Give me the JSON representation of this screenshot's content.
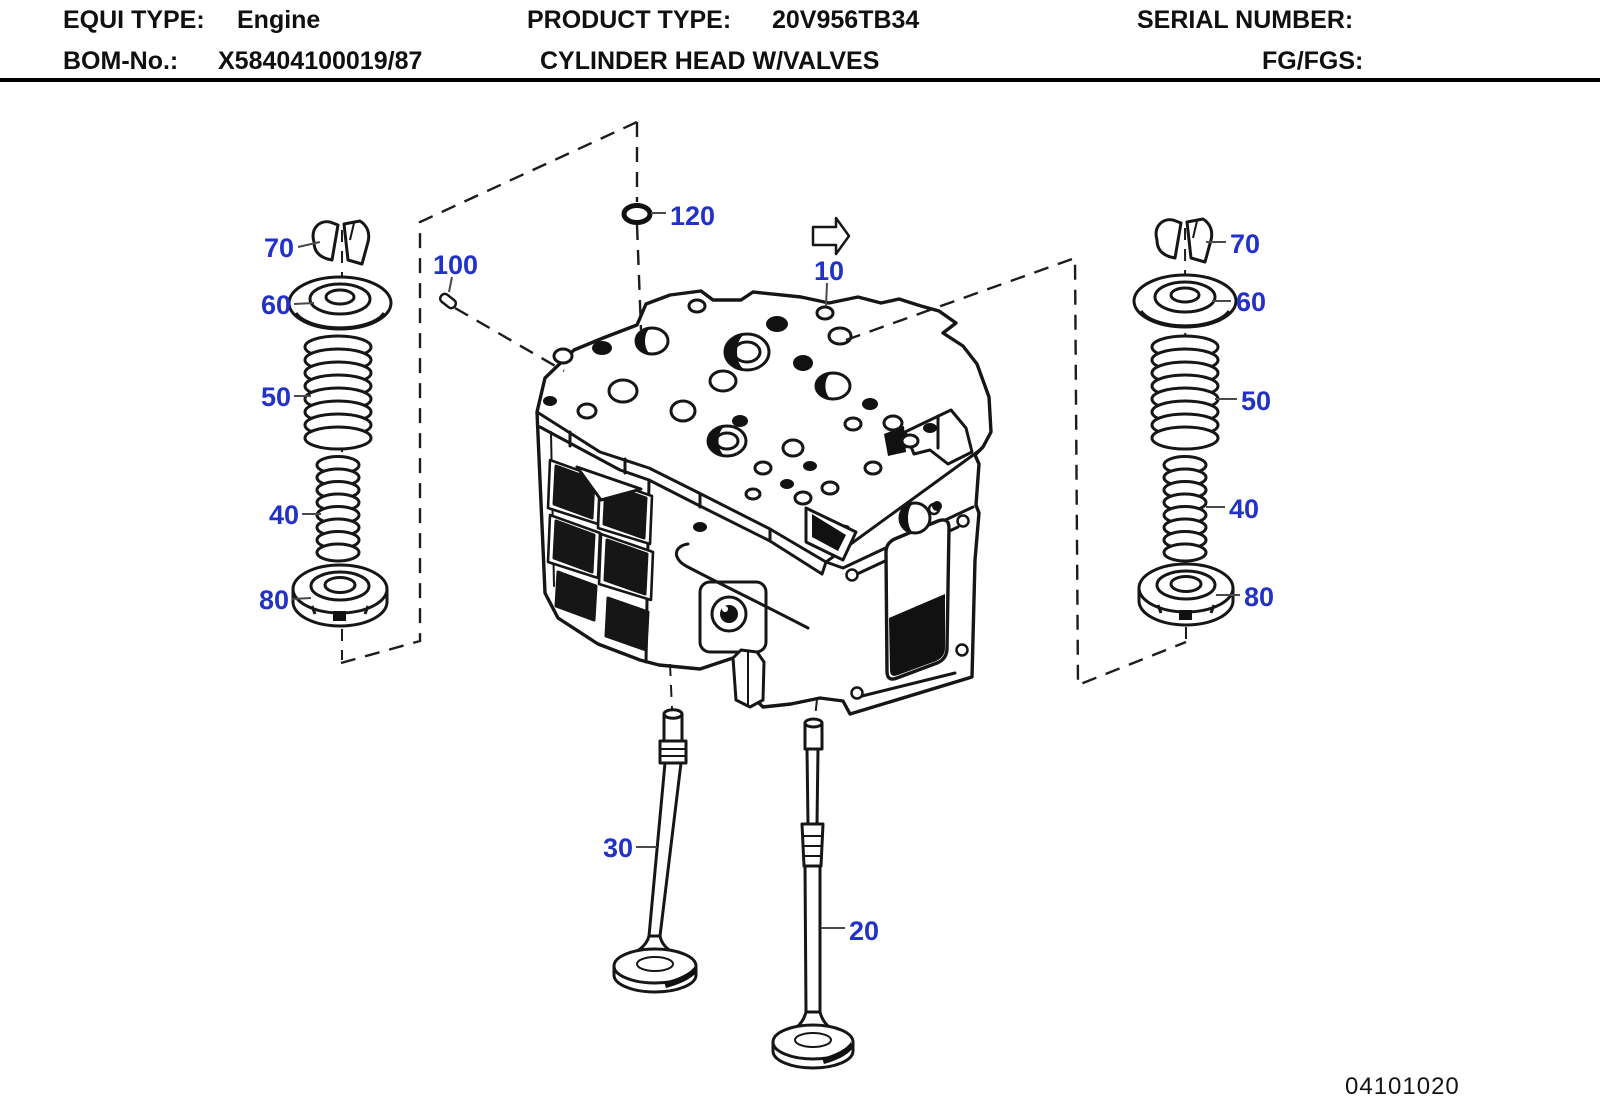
{
  "header": {
    "equi_type_label": "EQUI TYPE:",
    "equi_type_value": "Engine",
    "bom_label": "BOM-No.:",
    "bom_value": "X58404100019/87",
    "product_type_label": "PRODUCT TYPE:",
    "product_type_value": "20V956TB34",
    "product_subtitle": "CYLINDER HEAD W/VALVES",
    "serial_number_label": "SERIAL NUMBER:",
    "fg_label": "FG/FGS:"
  },
  "diagram": {
    "drawing_number": "04101020",
    "colors": {
      "callout": "#2231c8",
      "line": "#161616"
    },
    "callouts": {
      "left": {
        "keepers70": "70",
        "retainer60": "60",
        "outer_spring50": "50",
        "inner_spring40": "40",
        "seat80": "80"
      },
      "right": {
        "keepers70": "70",
        "retainer60": "60",
        "outer_spring50": "50",
        "inner_spring40": "40",
        "seat80": "80"
      },
      "head10": "10",
      "oring120": "120",
      "pin100": "100",
      "valve30": "30",
      "valve20": "20"
    }
  }
}
